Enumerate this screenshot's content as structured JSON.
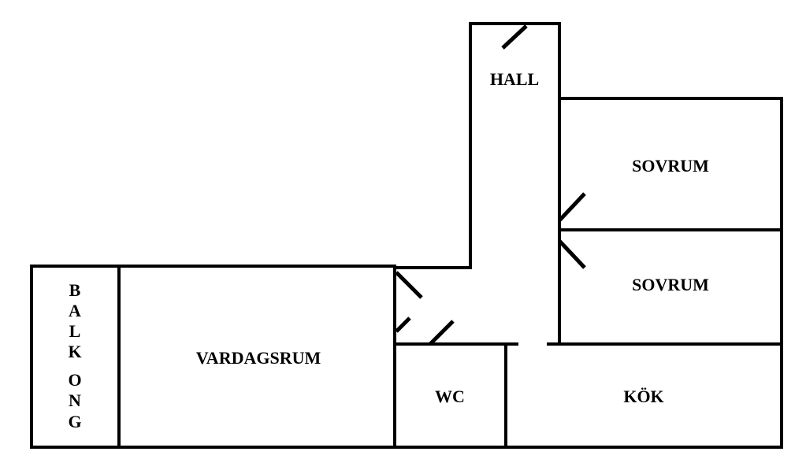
{
  "rooms": {
    "hall": "HALL",
    "sovrum_1": "SOVRUM",
    "sovrum_2": "SOVRUM",
    "vardagsrum": "VARDAGSRUM",
    "wc": "WC",
    "kok": "KÖK",
    "balkong_letters": [
      "B",
      "A",
      "L",
      "K",
      "O",
      "N",
      "G"
    ]
  }
}
